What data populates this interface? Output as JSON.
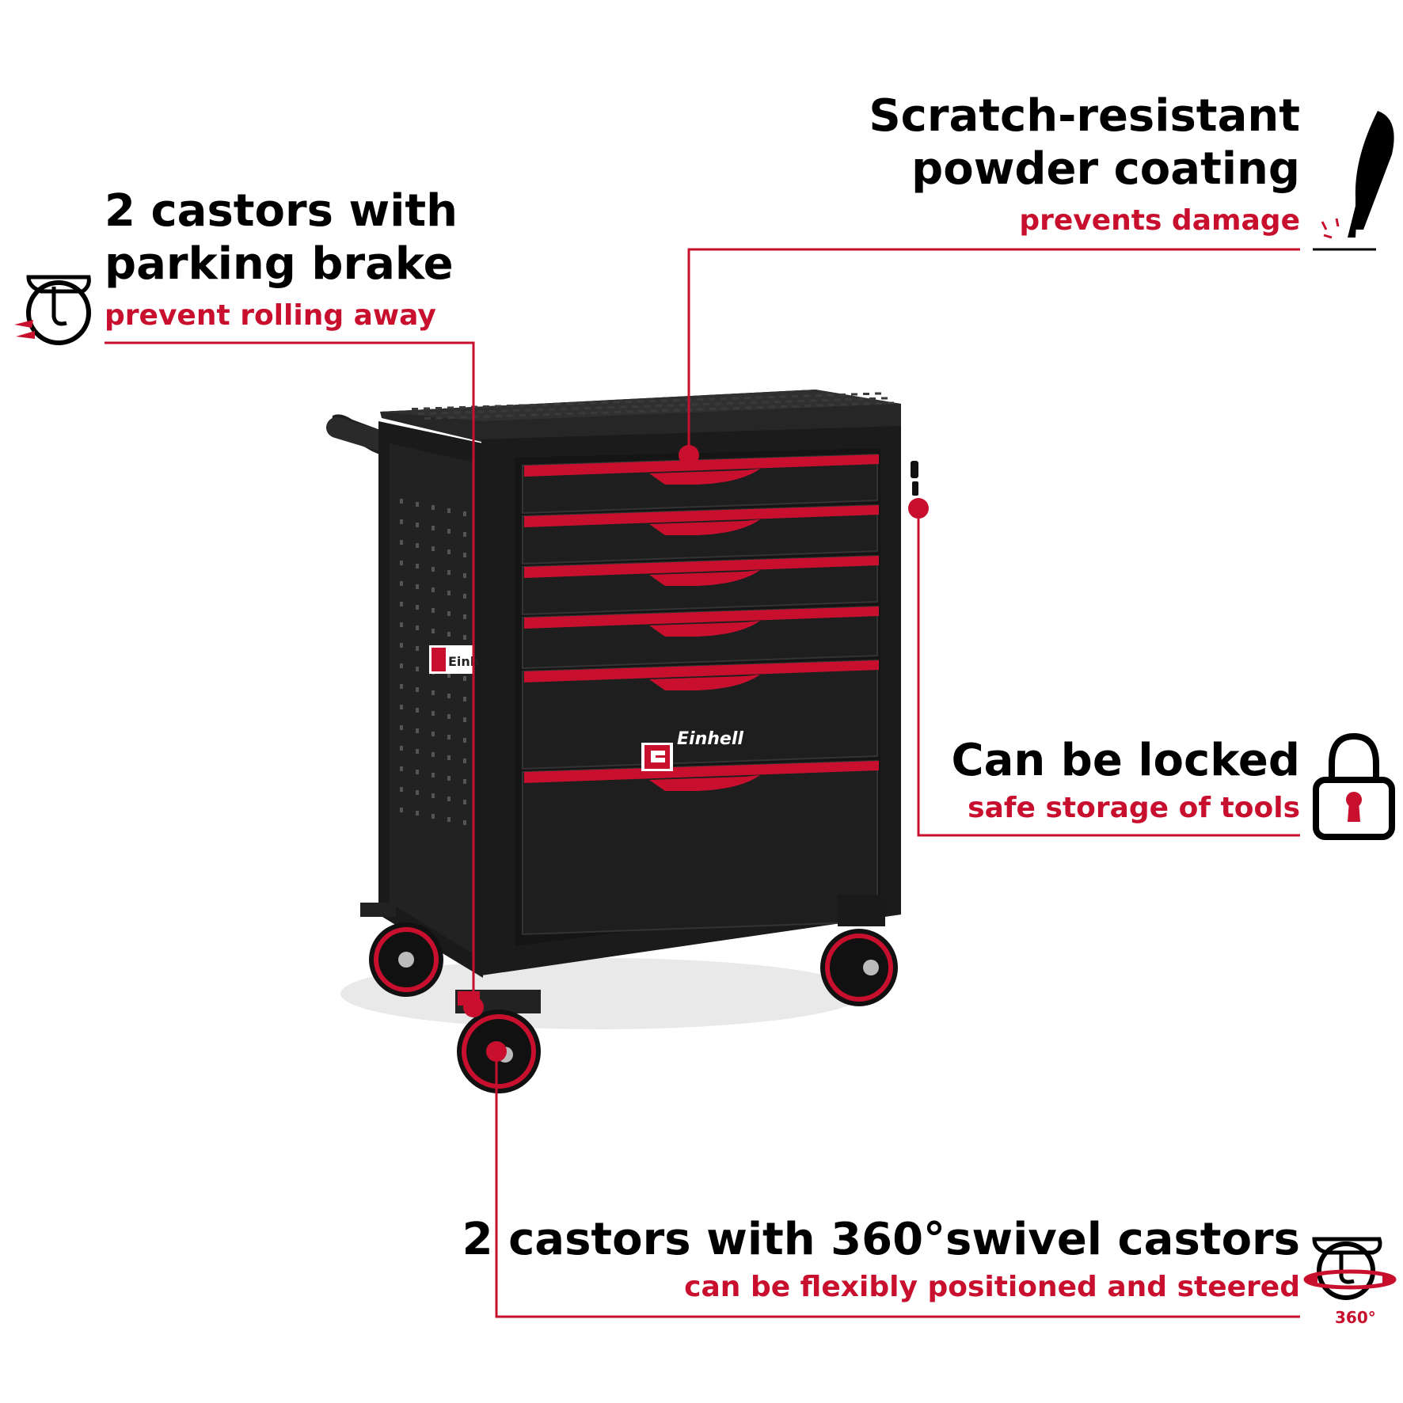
{
  "features": {
    "coating": {
      "title_line1": "Scratch-resistant",
      "title_line2": "powder coating",
      "subtitle": "prevents damage"
    },
    "brake": {
      "title_line1": "2 castors with",
      "title_line2": "parking brake",
      "subtitle": "prevent rolling away"
    },
    "lock": {
      "title": "Can be locked",
      "subtitle": "safe storage of tools"
    },
    "swivel": {
      "title": "2 castors with 360°swivel castors",
      "subtitle": "can be flexibly positioned and steered",
      "icon_label": "360°"
    }
  },
  "product": {
    "brand": "Einhell",
    "drawer_count": 6
  },
  "colors": {
    "accent": "#c8102e",
    "cabinet": "#1c1c1c",
    "text": "#000000"
  },
  "icons": [
    "knife-icon",
    "brake-castor-icon",
    "padlock-icon",
    "swivel-castor-icon"
  ]
}
